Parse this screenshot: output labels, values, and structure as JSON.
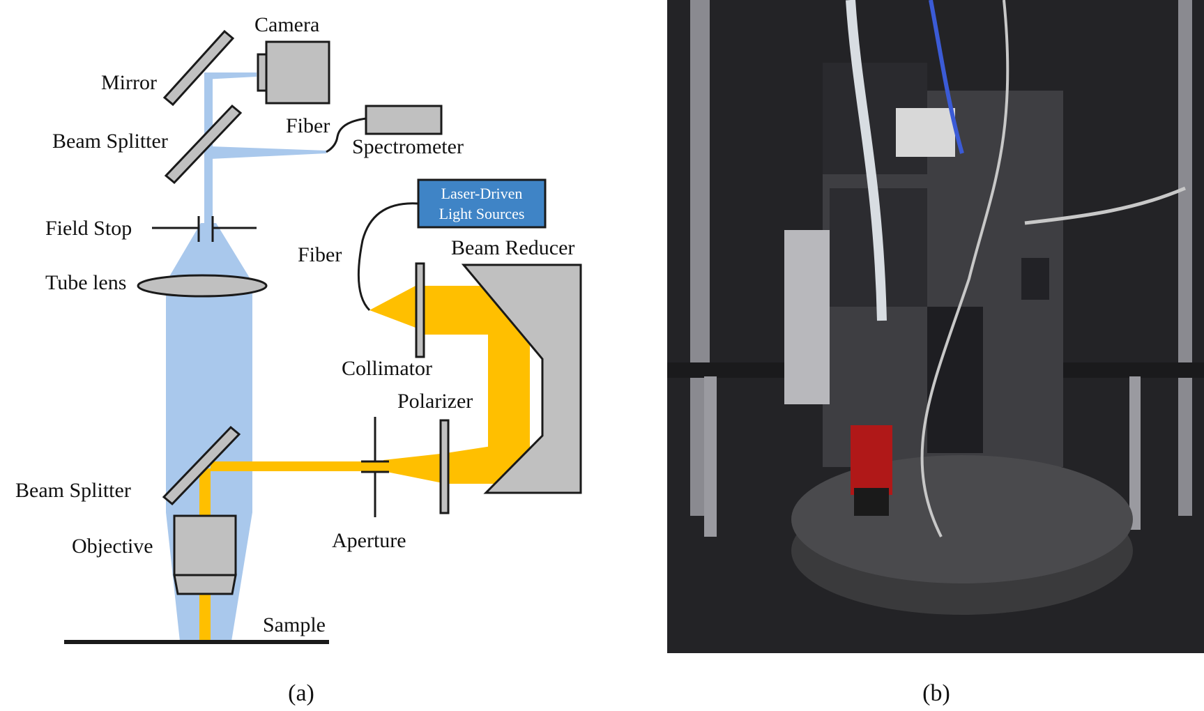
{
  "schematic": {
    "labels": {
      "camera": "Camera",
      "mirror": "Mirror",
      "beam_splitter_top": "Beam Splitter",
      "fiber_top": "Fiber",
      "spectrometer": "Spectrometer",
      "field_stop": "Field Stop",
      "tube_lens": "Tube lens",
      "light_source_line1": "Laser-Driven",
      "light_source_line2": "Light Sources",
      "fiber_mid": "Fiber",
      "beam_reducer": "Beam Reducer",
      "collimator": "Collimator",
      "polarizer": "Polarizer",
      "beam_splitter_bottom": "Beam Splitter",
      "objective": "Objective",
      "aperture": "Aperture",
      "sample": "Sample"
    },
    "colors": {
      "imaging_beam": "#a9c8ec",
      "illumination_beam": "#ffbf00",
      "component_fill": "#c0c0c0",
      "light_source_box": "#3f84c6",
      "outline": "#1a1a1a"
    }
  },
  "photo": {
    "colors": {
      "background": "#232326",
      "stage": "#3a3a3c",
      "lens_red": "#b01818",
      "cable": "#c8c8c8"
    }
  },
  "captions": {
    "a": "(a)",
    "b": "(b)"
  }
}
